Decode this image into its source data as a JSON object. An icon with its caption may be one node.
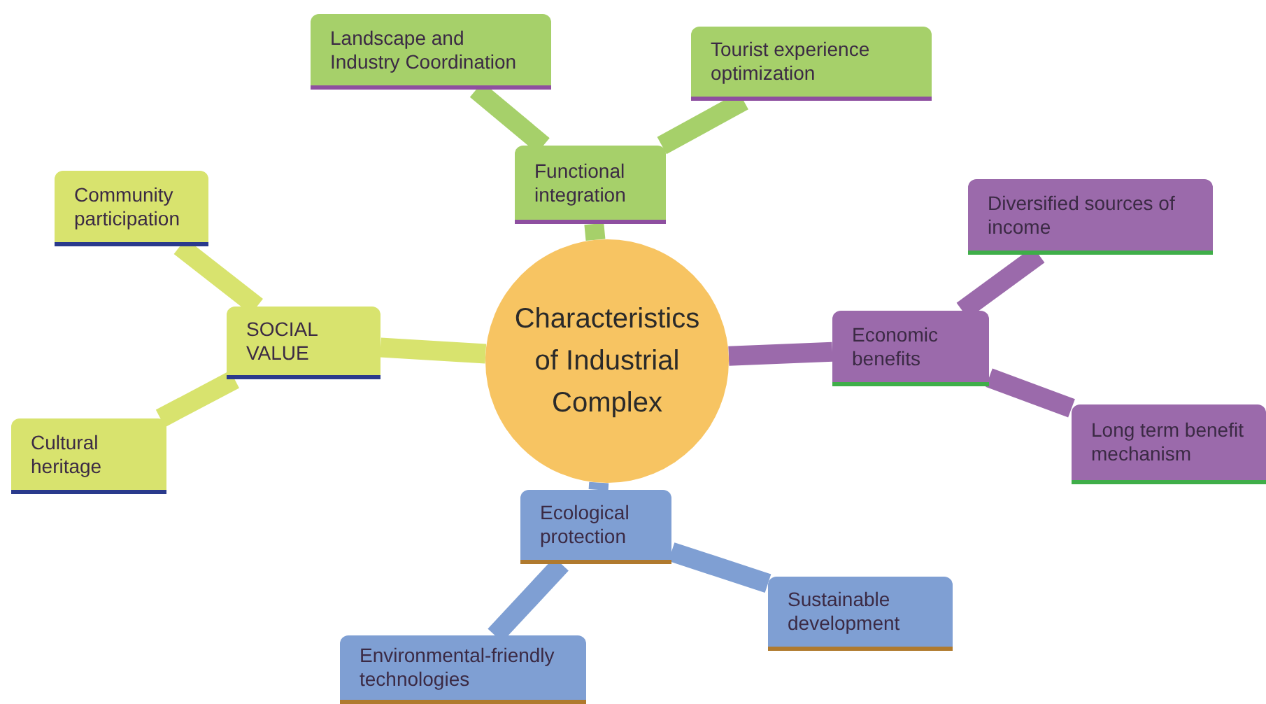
{
  "diagram": {
    "nodes": [
      {
        "text": [
          "Characteristics of Industrial Complex"
        ]
      },
      {
        "text": [
          "Functional integration"
        ]
      },
      {
        "text": [
          "Landscape and Industry Coordination"
        ]
      },
      {
        "text": [
          "Tourist experience optimization"
        ]
      },
      {
        "text": [
          "Economic benefits"
        ]
      },
      {
        "text": [
          "Diversified sources of income"
        ]
      },
      {
        "text": [
          "Long term benefit mechanism"
        ]
      },
      {
        "text": [
          "Ecological protection"
        ]
      },
      {
        "text": [
          "Sustainable development"
        ]
      },
      {
        "text": [
          "Environmental-friendly technologies"
        ]
      },
      {
        "text": [
          "SOCIAL VALUE"
        ]
      },
      {
        "text": [
          "Community participation"
        ]
      },
      {
        "text": [
          "Cultural heritage"
        ]
      }
    ],
    "edges": [
      {
        "from": 0,
        "to": 1,
        "arrow": "none",
        "color": "#a6d06a"
      },
      {
        "from": 1,
        "to": 2,
        "arrow": "none",
        "color": "#a6d06a"
      },
      {
        "from": 1,
        "to": 3,
        "arrow": "none",
        "color": "#a6d06a"
      },
      {
        "from": 0,
        "to": 4,
        "arrow": "none",
        "color": "#9b6aab"
      },
      {
        "from": 4,
        "to": 5,
        "arrow": "none",
        "color": "#9b6aab"
      },
      {
        "from": 4,
        "to": 6,
        "arrow": "none",
        "color": "#9b6aab"
      },
      {
        "from": 0,
        "to": 7,
        "arrow": "none",
        "color": "#7f9fd3"
      },
      {
        "from": 7,
        "to": 8,
        "arrow": "none",
        "color": "#7f9fd3"
      },
      {
        "from": 7,
        "to": 9,
        "arrow": "none",
        "color": "#7f9fd3"
      },
      {
        "from": 0,
        "to": 10,
        "arrow": "none",
        "color": "#d8e36e"
      },
      {
        "from": 10,
        "to": 11,
        "arrow": "none",
        "color": "#d8e36e"
      },
      {
        "from": 10,
        "to": 12,
        "arrow": "none",
        "color": "#d8e36e"
      }
    ]
  }
}
